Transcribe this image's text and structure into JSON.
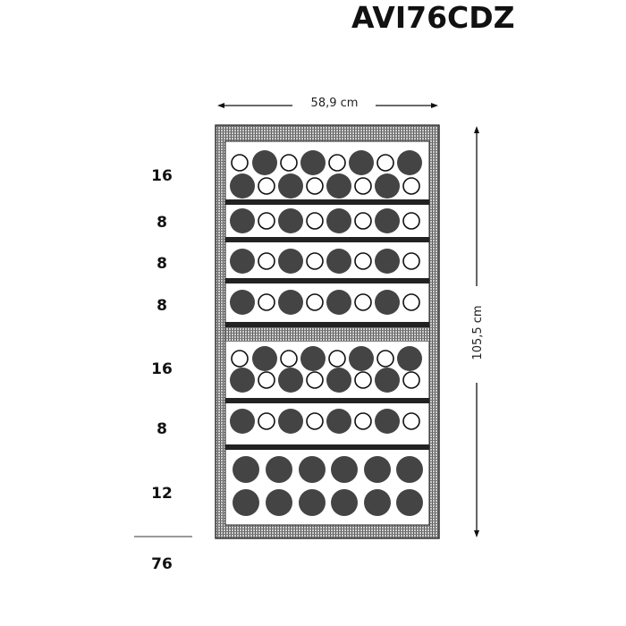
{
  "title": "AVI76CDZ",
  "dimensions": {
    "width_label": "58,9 cm",
    "height_label": "105,5 cm"
  },
  "colors": {
    "bottle_dark": "#444444",
    "shelf": "#222222",
    "frame": "#8a8a8a"
  },
  "shelves": [
    {
      "label": "16",
      "pattern": "staggered-two-rows",
      "bottles": 16
    },
    {
      "label": "8",
      "pattern": "single-row",
      "bottles": 8
    },
    {
      "label": "8",
      "pattern": "single-row",
      "bottles": 8
    },
    {
      "label": "8",
      "pattern": "single-row",
      "bottles": 8
    },
    {
      "label": "16",
      "pattern": "staggered-two-rows",
      "bottles": 16
    },
    {
      "label": "8",
      "pattern": "single-row",
      "bottles": 8
    },
    {
      "label": "12",
      "pattern": "grid-6x2",
      "bottles": 12
    }
  ],
  "total_label": "76"
}
